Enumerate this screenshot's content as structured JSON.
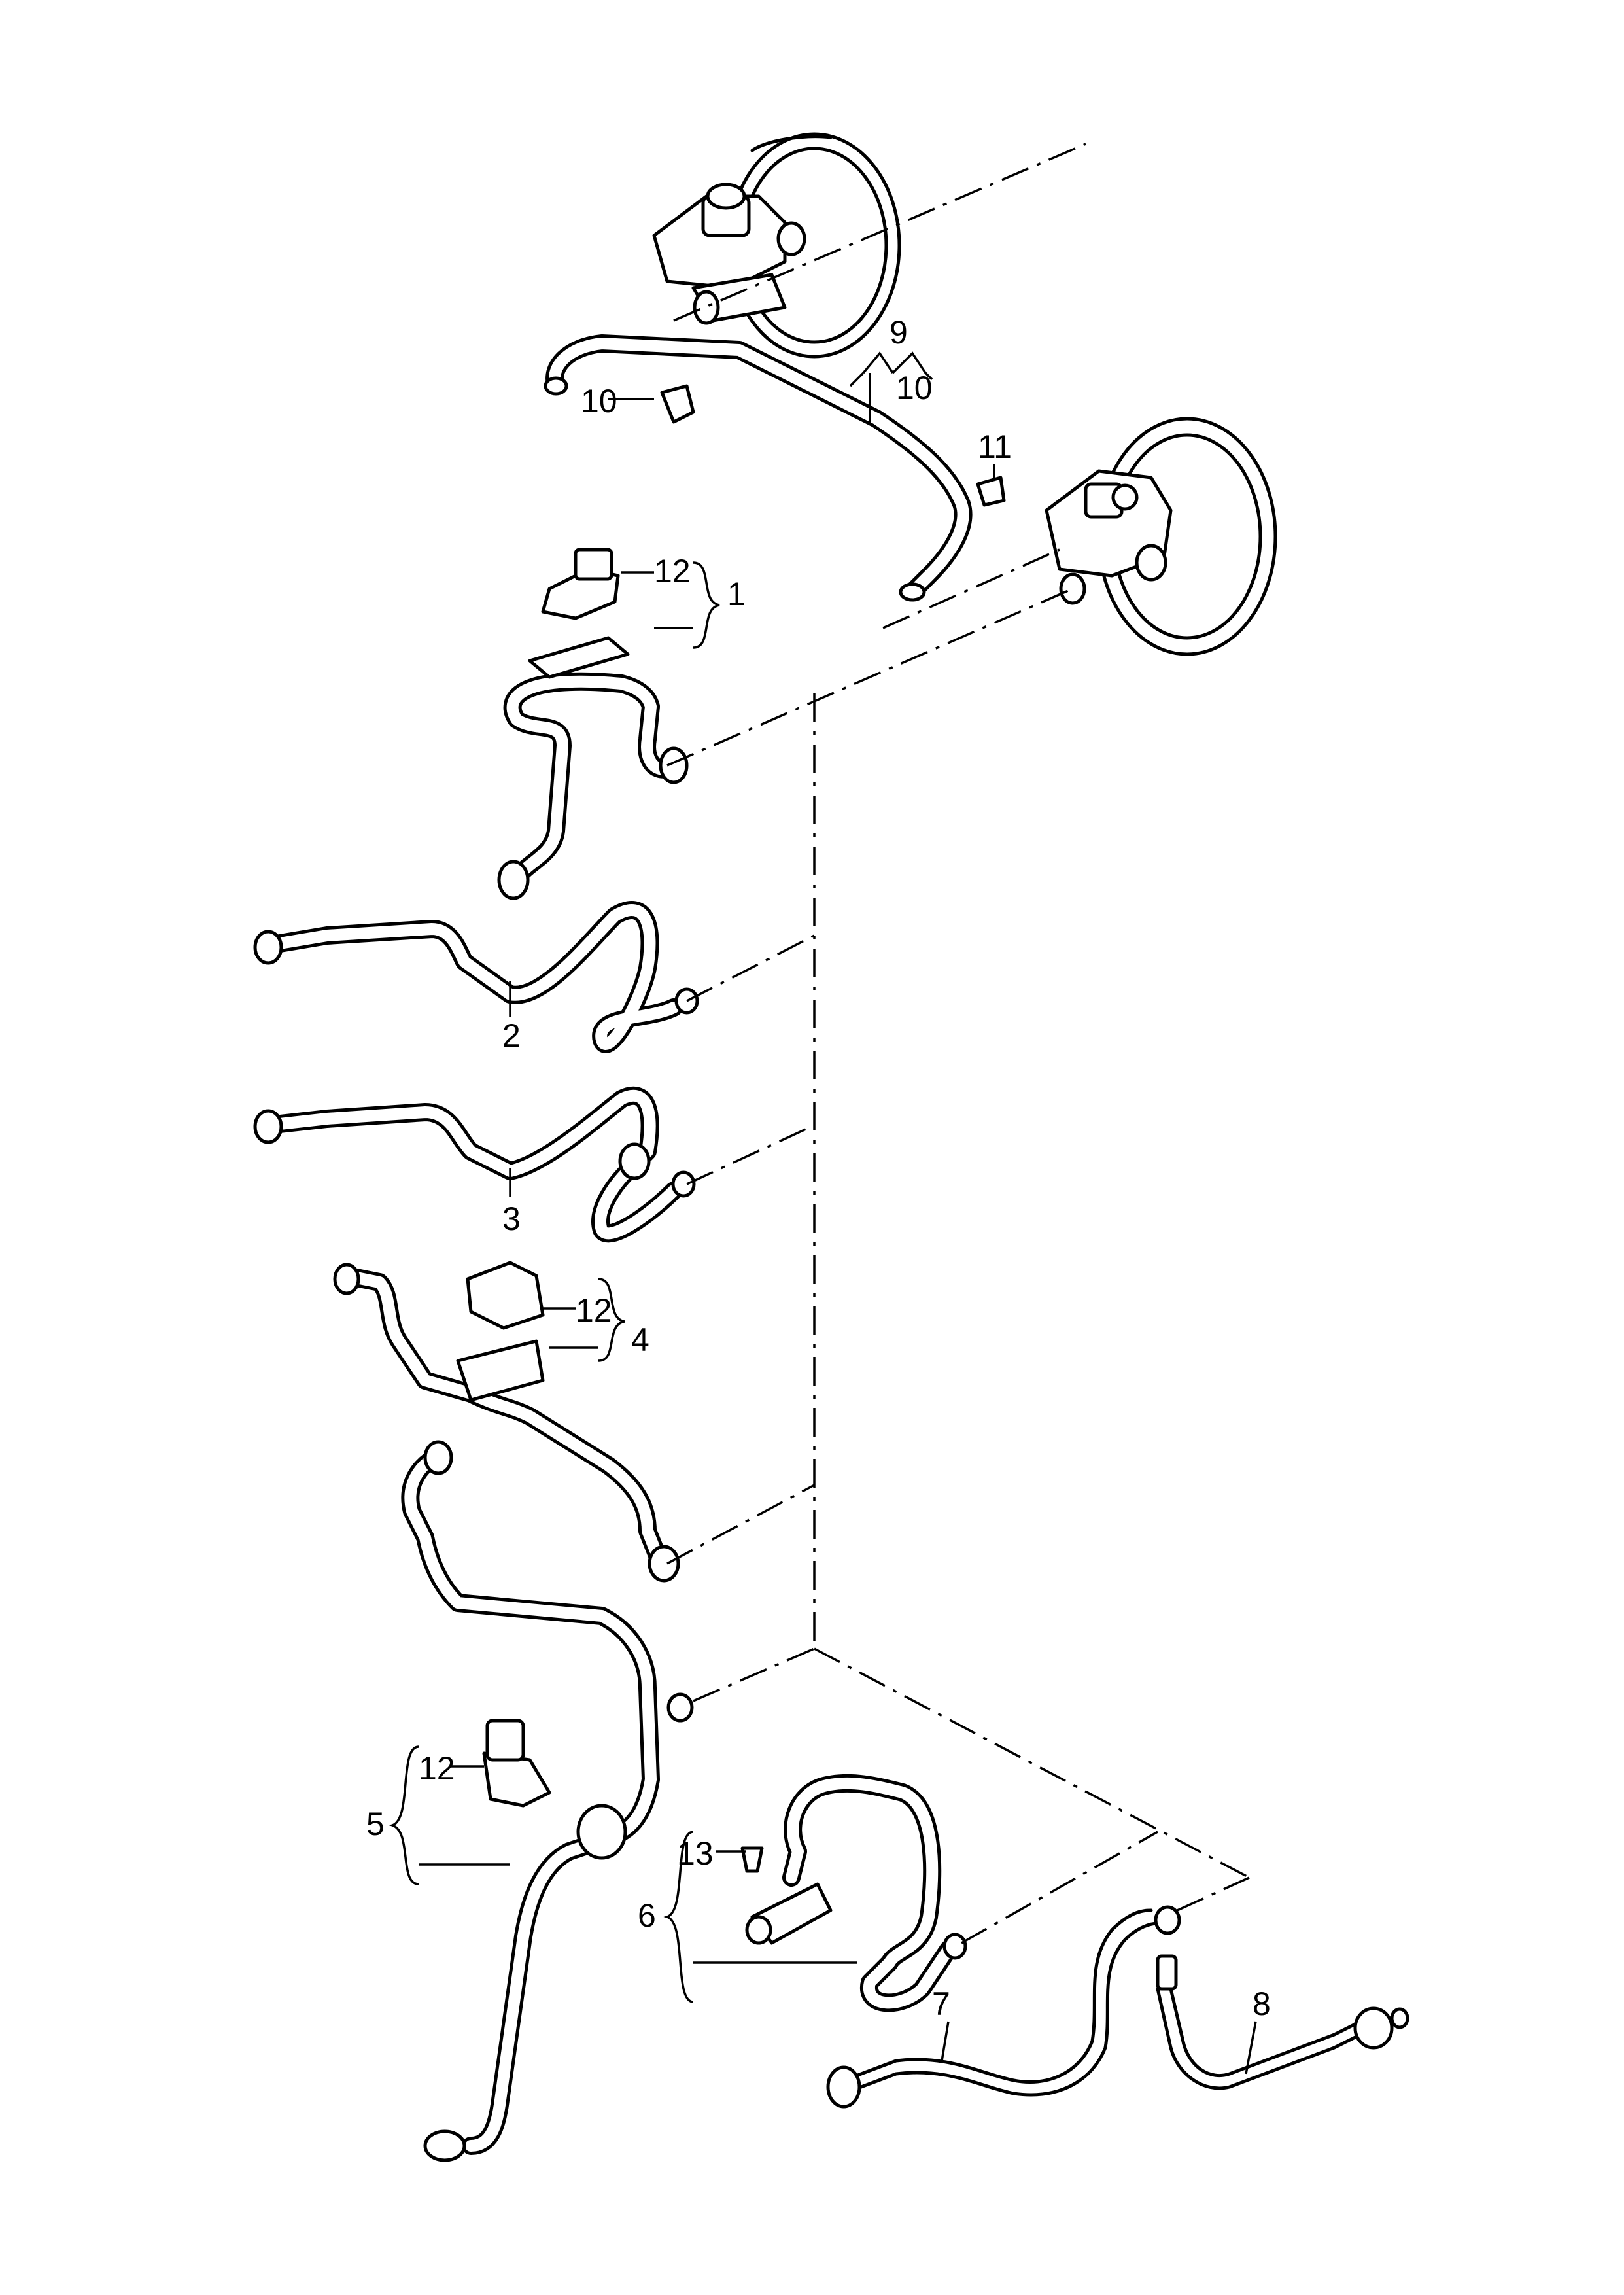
{
  "callouts": {
    "p1": "1",
    "p2": "2",
    "p3": "3",
    "p4": "4",
    "p5": "5",
    "p6": "6",
    "p7": "7",
    "p8": "8",
    "p9": "9",
    "p9_sub10": "10",
    "p10": "10",
    "p11": "11",
    "p12_a": "12",
    "p12_b": "12",
    "p12_c": "12",
    "p13": "13"
  }
}
